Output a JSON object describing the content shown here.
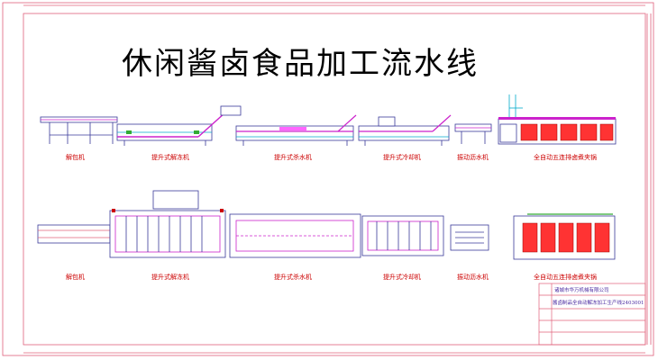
{
  "title": "休闲酱卤食品加工流水线",
  "colors": {
    "frame": "#e0607a",
    "label": "#cc0000",
    "machine": "#3a3a9a",
    "conveyor": "#cc22cc",
    "water": "#00aacc",
    "tank_fill": "#ff3333",
    "tank_green": "#33aa33"
  },
  "side_view_labels": [
    "解包机",
    "提升式解冻机",
    "提升式杀水机",
    "提升式冷却机",
    "振动沥水机",
    "全自动五连排卤煮夹锅"
  ],
  "top_view_labels": [
    "解包机",
    "提升式解冻机",
    "提升式杀水机",
    "提升式冷却机",
    "振动沥水机",
    "全自动五连排卤煮夹锅"
  ],
  "title_block": {
    "company": "诸城市华万机械有限公司",
    "drawing_name": "酱卤制品全自动解冻加工生产线2403001"
  }
}
